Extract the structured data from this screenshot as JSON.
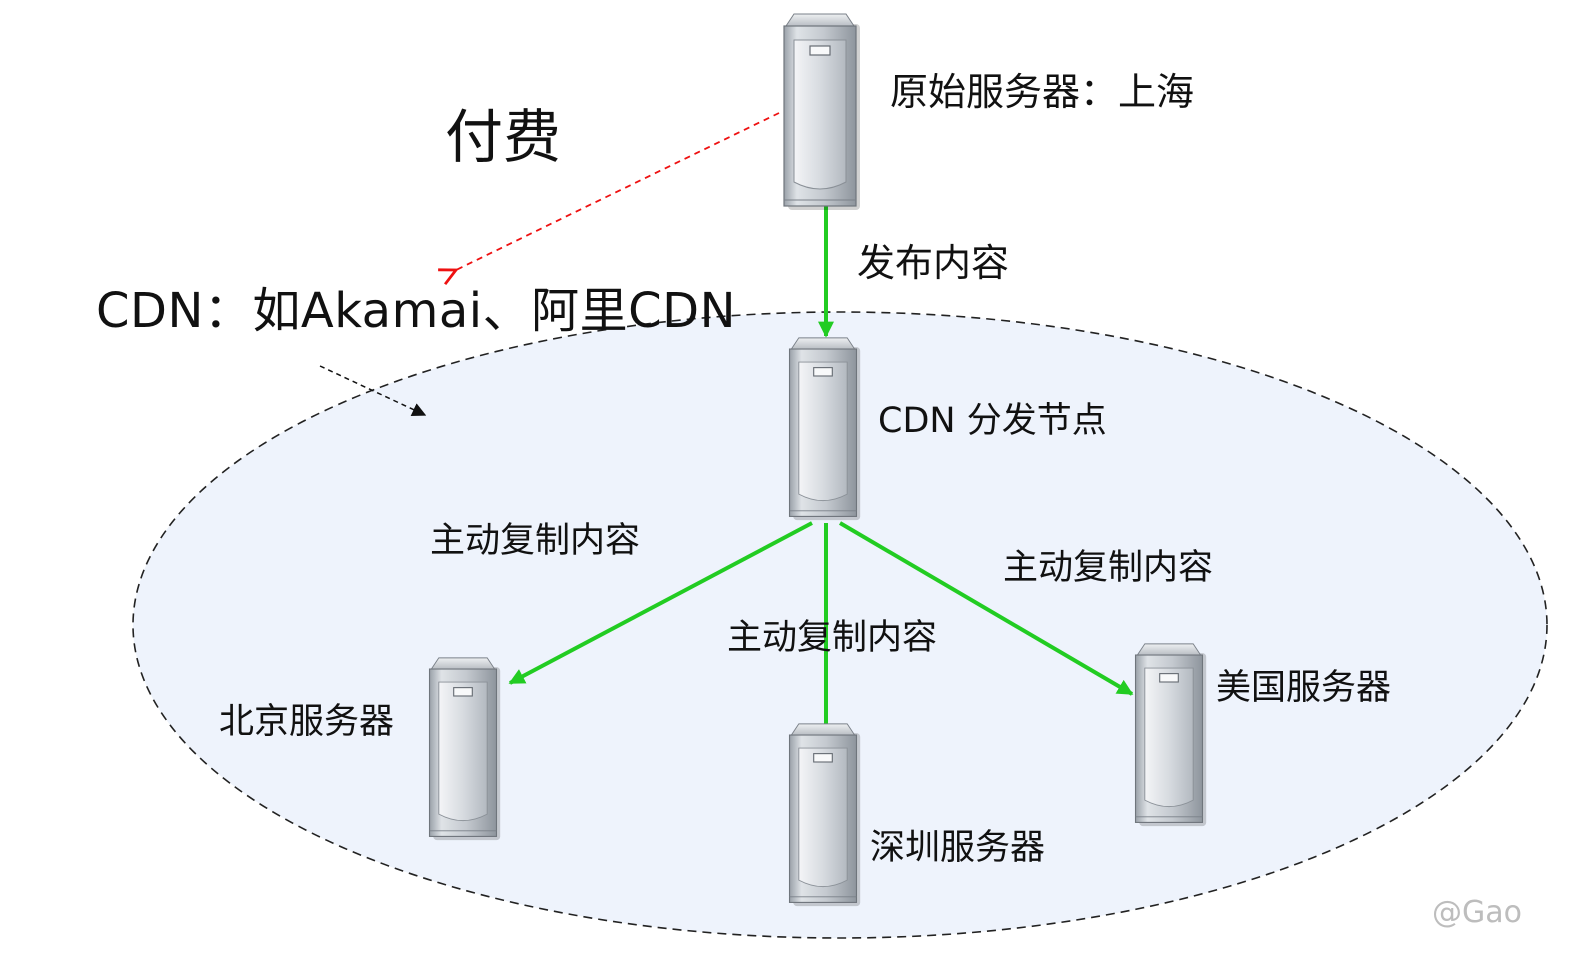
{
  "labels": {
    "origin_server": "原始服务器：上海",
    "fee": "付费",
    "publish": "发布内容",
    "cdn_provider": "CDN：如Akamai、阿里CDN",
    "cdn_node": "CDN 分发节点",
    "replicate_left": "主动复制内容",
    "replicate_center": "主动复制内容",
    "replicate_right": "主动复制内容",
    "beijing": "北京服务器",
    "shenzhen": "深圳服务器",
    "usa": "美国服务器",
    "watermark": "@Gao"
  },
  "colors": {
    "arrow_green": "#22cc22",
    "arrow_red": "#ee1111",
    "region_fill": "#eef3fc",
    "server_body": "#c8cdd3"
  },
  "icons": {
    "server": "server-tower-icon"
  }
}
